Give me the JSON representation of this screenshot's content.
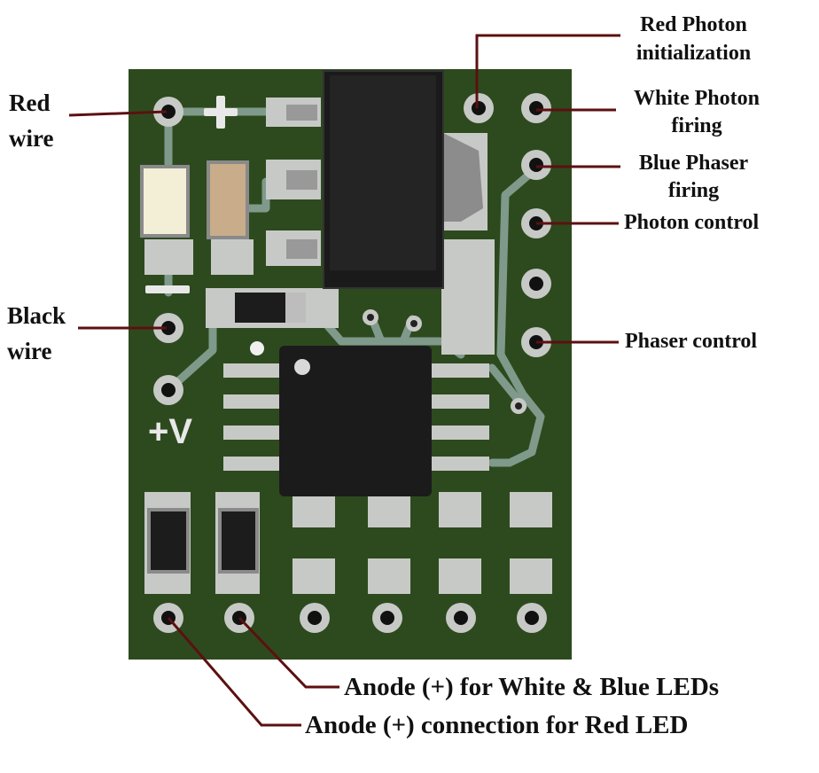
{
  "colors": {
    "board": "#2d4a1e",
    "pad": "#c7c9c6",
    "trace": "#7f9a8b",
    "chip": "#1b1b1b",
    "leader_line": "#5c1010",
    "label_text": "#111111"
  },
  "silkscreen": {
    "plus": "+",
    "minus": "−",
    "plus_v": "+V"
  },
  "labels": {
    "red_wire": [
      "Red",
      "wire"
    ],
    "black_wire": [
      "Black",
      "wire"
    ],
    "red_photon_init": [
      "Red Photon",
      "initialization"
    ],
    "white_photon_firing": [
      "White Photon",
      "firing"
    ],
    "blue_phaser_firing": [
      "Blue Phaser",
      "firing"
    ],
    "photon_control": "Photon control",
    "phaser_control": "Phaser control",
    "anode_white_blue": "Anode (+) for White & Blue LEDs",
    "anode_red": "Anode (+)  connection for Red LED"
  }
}
